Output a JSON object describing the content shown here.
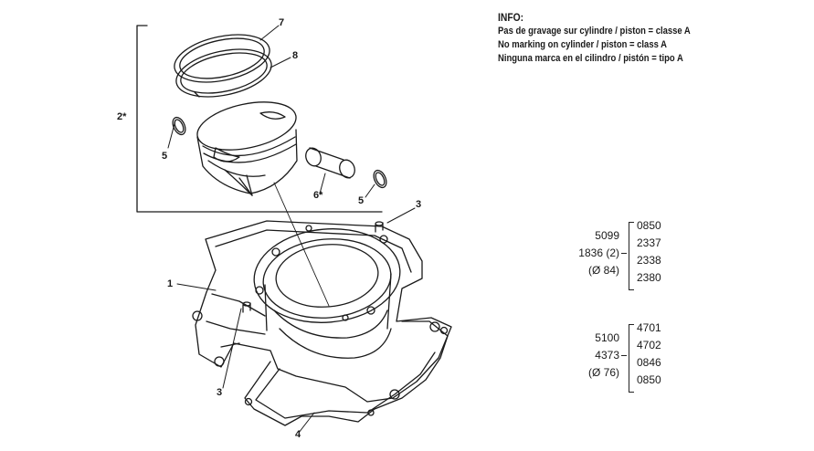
{
  "info": {
    "title": "INFO:",
    "lines": [
      "Pas de gravage sur cylindre / piston = classe A",
      "No marking on cylinder / piston = class A",
      "Ninguna marca en el cilindro / pistón = tipo A"
    ]
  },
  "callouts": {
    "c7": "7",
    "c8": "8",
    "c2": "2*",
    "c5a": "5",
    "c6": "6*",
    "c5b": "5",
    "c3a": "3",
    "c1": "1",
    "c3b": "3",
    "c4": "4"
  },
  "refs": [
    {
      "left": [
        "5099",
        "1836 (2)",
        "(Ø 84)"
      ],
      "codes": [
        "0850",
        "2337",
        "2338",
        "2380"
      ]
    },
    {
      "left": [
        "5100",
        "4373",
        "(Ø 76)"
      ],
      "codes": [
        "4701",
        "4702",
        "0846",
        "0850"
      ]
    }
  ],
  "colors": {
    "line": "#1a1a1a",
    "background": "#ffffff"
  }
}
